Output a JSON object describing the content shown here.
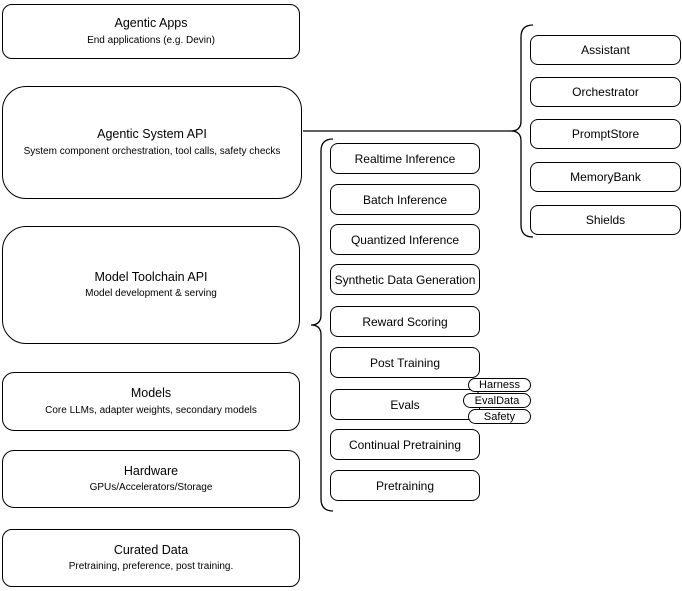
{
  "colors": {
    "stroke": "#000000",
    "background": "#ffffff",
    "text": "#000000"
  },
  "stack": [
    {
      "title": "Agentic Apps",
      "subtitle": "End applications (e.g. Devin)"
    },
    {
      "title": "Agentic System API",
      "subtitle": "System component orchestration, tool calls, safety checks"
    },
    {
      "title": "Model Toolchain API",
      "subtitle": "Model development & serving"
    },
    {
      "title": "Models",
      "subtitle": "Core LLMs, adapter weights, secondary models"
    },
    {
      "title": "Hardware",
      "subtitle": "GPUs/Accelerators/Storage"
    },
    {
      "title": "Curated Data",
      "subtitle": "Pretraining, preference, post training."
    }
  ],
  "toolchain_services": {
    "items": [
      "Realtime Inference",
      "Batch Inference",
      "Quantized Inference",
      "Synthetic Data Generation",
      "Reward Scoring",
      "Post Training",
      "Evals",
      "Continual Pretraining",
      "Pretraining"
    ]
  },
  "eval_tags": {
    "items": [
      "Harness",
      "EvalData",
      "Safety"
    ]
  },
  "system_components": {
    "items": [
      "Assistant",
      "Orchestrator",
      "PromptStore",
      "MemoryBank",
      "Shields"
    ]
  }
}
